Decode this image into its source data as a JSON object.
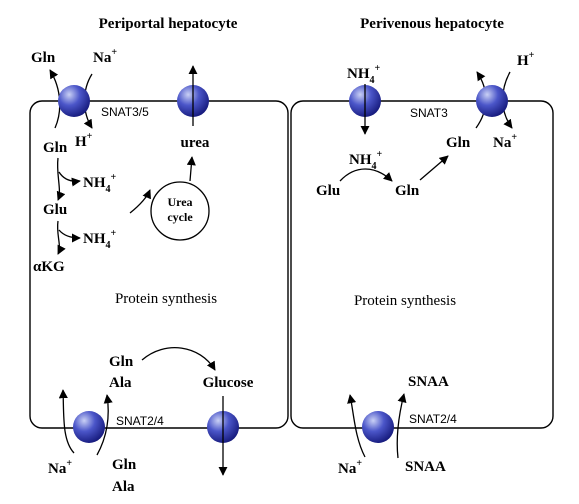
{
  "titles": {
    "left": "Periportal hepatocyte",
    "right": "Perivenous hepatocyte"
  },
  "left_cell": {
    "gln_out": "Gln",
    "na": "Na",
    "plus": "+",
    "snat35": "SNAT3/5",
    "gln_in": "Gln",
    "h": "H",
    "urea": "urea",
    "nh4_a": "NH",
    "nh4_b": "NH",
    "sub4": "4",
    "glu": "Glu",
    "akg": "αKG",
    "urea_cycle_1": "Urea",
    "urea_cycle_2": "cycle",
    "protein": "Protein synthesis",
    "gln2": "Gln",
    "ala2": "Ala",
    "glucose": "Glucose",
    "snat24": "SNAT2/4",
    "na_bottom": "Na",
    "gln_bottom": "Gln",
    "ala_bottom": "Ala"
  },
  "right_cell": {
    "nh4": "NH",
    "sub4": "4",
    "plus": "+",
    "snat3": "SNAT3",
    "h": "H",
    "na": "Na",
    "gln_right": "Gln",
    "nh4_mid": "NH",
    "glu": "Glu",
    "gln_mid": "Gln",
    "protein": "Protein synthesis",
    "snaa_top": "SNAA",
    "snat24": "SNAT2/4",
    "na_bottom": "Na",
    "snaa_bottom": "SNAA"
  },
  "colors": {
    "transporter_light": "#c9d0f5",
    "transporter_mid": "#4b56c9",
    "transporter_dark": "#14187a"
  }
}
